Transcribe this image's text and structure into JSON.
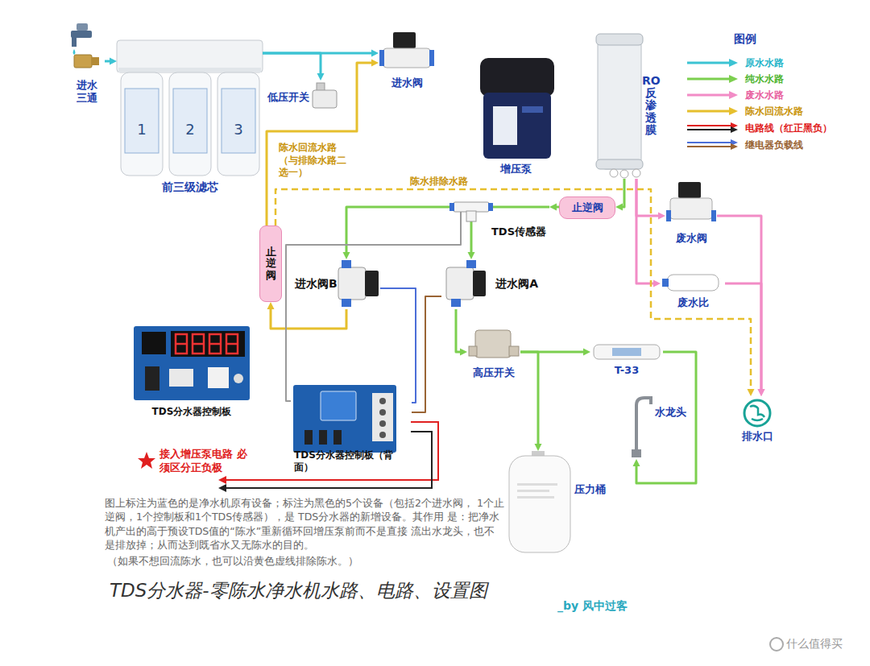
{
  "diagram": {
    "title": "TDS分水器-零陈水净水机水路、电路、设置图",
    "nodes": [
      {
        "text": [
          "进水 三通"
        ]
      },
      {
        "text": [
          "前三级滤芯"
        ]
      },
      {
        "text": [
          "低压开关"
        ]
      },
      {
        "text": [
          "进水阀"
        ]
      },
      {
        "text": [
          "增压泵"
        ]
      },
      {
        "text": [
          "RO反渗透膜"
        ]
      },
      {
        "text": [
          "止逆阀"
        ]
      },
      {
        "text": [
          "TDS传感器"
        ]
      },
      {
        "text": [
          "废水阀"
        ]
      },
      {
        "text": [
          "止逆阀"
        ]
      },
      {
        "text": [
          "进水阀B"
        ]
      },
      {
        "text": [
          "进水阀A"
        ]
      },
      {
        "text": [
          "废水比"
        ]
      },
      {
        "text": [
          "TDS分水器控制板"
        ]
      },
      {
        "text": [
          "高压开关"
        ]
      },
      {
        "text": [
          "T-33"
        ]
      },
      {
        "text": [
          "TDS分水器控制板（背面）"
        ]
      },
      {
        "text": [
          "水龙头"
        ]
      },
      {
        "text": [
          "排水口"
        ]
      },
      {
        "text": [
          "压力桶"
        ]
      }
    ],
    "edges": [
      {
        "from": 0,
        "to": 1,
        "arrow": "to"
      },
      {
        "from": 1,
        "to": 2,
        "arrow": "to"
      },
      {
        "from": 1,
        "to": 3,
        "arrow": "to"
      },
      {
        "from": 5,
        "to": 6,
        "arrow": "to"
      },
      {
        "from": 6,
        "to": 7,
        "arrow": "to"
      },
      {
        "from": 7,
        "to": 10,
        "arrow": "to"
      },
      {
        "from": 7,
        "to": 11,
        "arrow": "to"
      },
      {
        "from": 5,
        "to": 8,
        "arrow": "to"
      },
      {
        "from": 5,
        "to": 12,
        "arrow": "to"
      },
      {
        "from": 8,
        "to": 18,
        "arrow": "to"
      },
      {
        "from": 12,
        "to": 18,
        "arrow": "to"
      },
      {
        "from": 10,
        "to": 9,
        "arrow": "to"
      },
      {
        "from": 9,
        "to": 3,
        "arrow": "to"
      },
      {
        "from": 9,
        "to": 18,
        "label": "陈水排除水路",
        "arrow": "to"
      },
      {
        "from": 11,
        "to": 14,
        "arrow": "to"
      },
      {
        "from": 14,
        "to": 15,
        "arrow": "to"
      },
      {
        "from": 14,
        "to": 19,
        "arrow": "to"
      },
      {
        "from": 15,
        "to": 17,
        "arrow": "to"
      },
      {
        "from": 7,
        "to": 16,
        "arrow": "none"
      },
      {
        "from": 16,
        "to": 10,
        "arrow": "none"
      },
      {
        "from": 16,
        "to": 11,
        "arrow": "none"
      }
    ],
    "labels": [
      "1",
      "2",
      "3",
      "陈水回流水路 （与排除水路二 选一）",
      "接入增压泵电路 必须区分正负极",
      "图上标注为蓝色的是净水机原有设备；标注为黑色的5个设备（包括2个进水阀， 1个止逆阀，1个控制板和1个TDS传感器），是 TDS分水器的新增设备。其作用 是：把净水机产出的高于预设TDS值的“陈水”重新循环回增压泵前而不是直接 流出水龙头，也不是排放掉；从而达到既省水又无陈水的目的。",
      "（如果不想回流陈水，也可以沿黄色虚线排除陈水。）",
      "_by 风中过客",
      "什么值得买",
      "图例"
    ],
    "legend": [
      {
        "text": "原水水路"
      },
      {
        "text": "纯水水路"
      },
      {
        "text": "废水水路"
      },
      {
        "text": "陈水回流水路"
      },
      {
        "text": "电路线（红正黑负）"
      },
      {
        "text": "继电器负载线"
      }
    ]
  }
}
